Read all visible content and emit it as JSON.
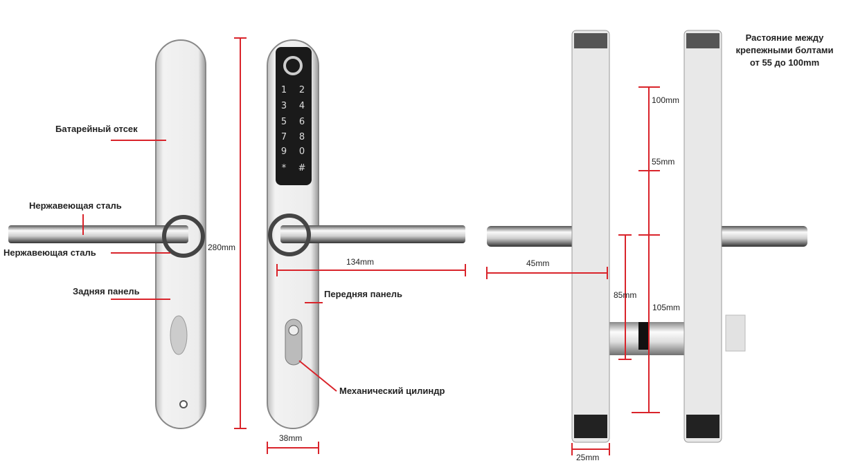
{
  "labels": {
    "battery": "Батарейный отсек",
    "steel_1": "Нержавеющая сталь",
    "steel_2": "Нержавеющая сталь",
    "back_panel": "Задняя панель",
    "front_panel": "Передняя панель",
    "cylinder": "Механический цилиндр"
  },
  "dimensions": {
    "height": "280mm",
    "lever": "134mm",
    "width": "38mm",
    "d100": "100mm",
    "d55": "55mm",
    "d45": "45mm",
    "d85": "85mm",
    "d105": "105mm",
    "d25": "25mm"
  },
  "note": [
    "Растояние между",
    "крепежными болтами",
    "от 55 до 100mm"
  ],
  "keypad": [
    "1",
    "2",
    "3",
    "4",
    "5",
    "6",
    "7",
    "8",
    "9",
    "0",
    "*",
    "#"
  ],
  "colors": {
    "dimension": "#d9232a",
    "keypad": "#1a1a1a"
  }
}
